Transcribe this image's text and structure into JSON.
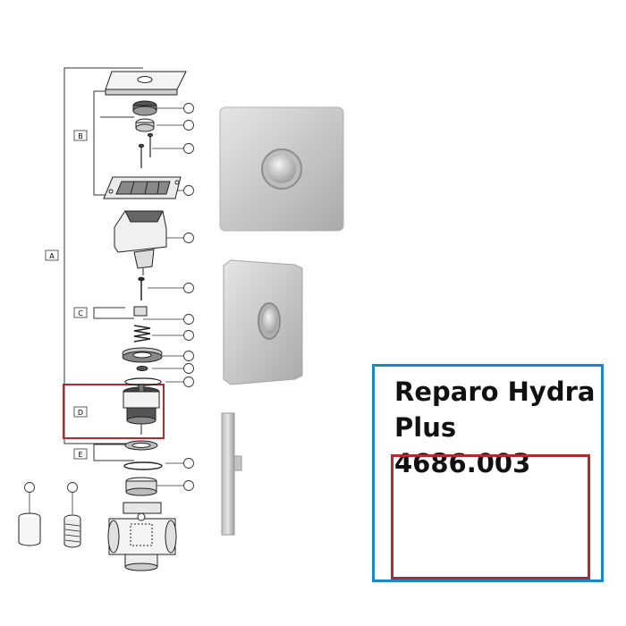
{
  "callout": {
    "title_line1": "Reparo Hydra",
    "title_line2": "Plus 4686.003",
    "detail_label": "D"
  },
  "diagram": {
    "group_labels": [
      "B",
      "A",
      "C",
      "D",
      "E"
    ],
    "colors": {
      "highlight_red": "#b5282e",
      "callout_blue": "#1d86c3",
      "line": "#222222"
    }
  }
}
